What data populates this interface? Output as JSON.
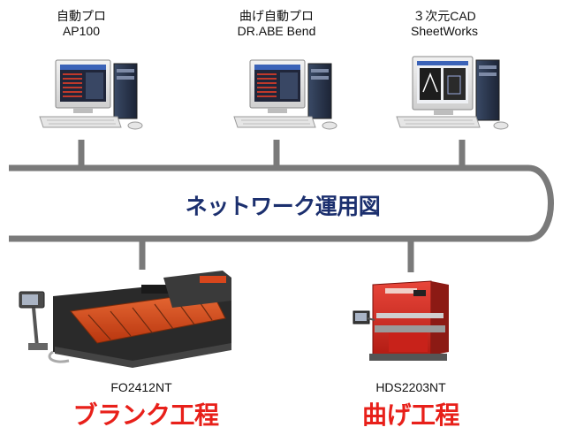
{
  "computers": [
    {
      "line1": "自動プロ",
      "line2": "AP100"
    },
    {
      "line1": "曲げ自動プロ",
      "line2": "DR.ABE Bend"
    },
    {
      "line1": "３次元CAD",
      "line2": "SheetWorks"
    }
  ],
  "network_label": "ネットワーク運用図",
  "machines": [
    {
      "model": "FO2412NT",
      "process": "ブランク工程"
    },
    {
      "model": "HDS2203NT",
      "process": "曲げ工程"
    }
  ],
  "colors": {
    "bus_stroke": "#7a7a7a",
    "title": "#1b2f6e",
    "process": "#e8201a",
    "machine_orange": "#d8461c",
    "press_red": "#d3271d"
  }
}
